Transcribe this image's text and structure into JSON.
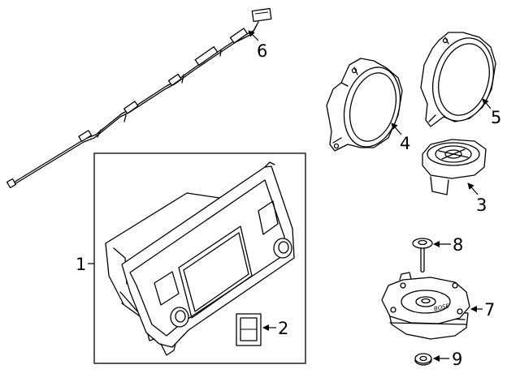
{
  "callouts": {
    "c1": "1",
    "c2": "2",
    "c3": "3",
    "c4": "4",
    "c5": "5",
    "c6": "6",
    "c7": "7",
    "c8": "8",
    "c9": "9"
  },
  "badge_text": "BOSE",
  "colors": {
    "line": "#000000",
    "background": "#ffffff"
  }
}
